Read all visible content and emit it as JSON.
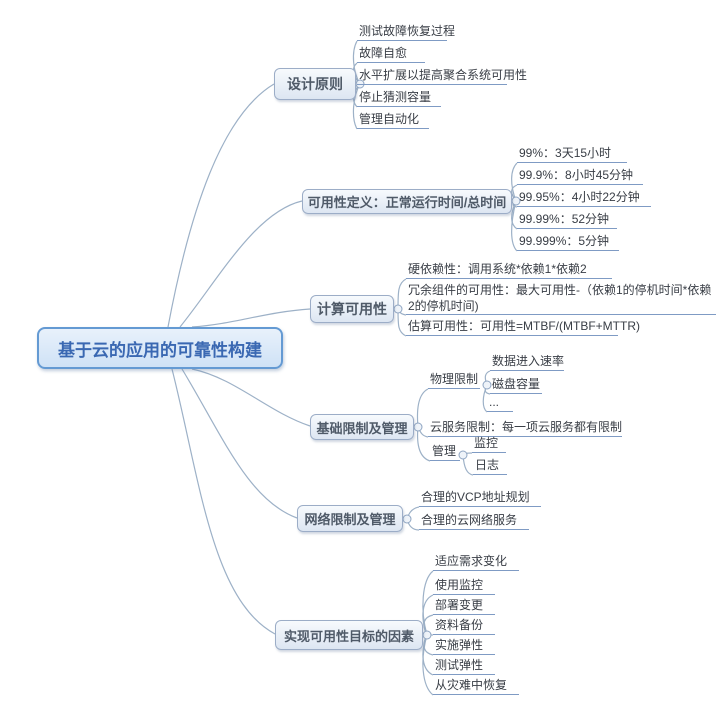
{
  "root": {
    "label": "基于云的应用的可靠性构建"
  },
  "branches": [
    {
      "label": "设计原则",
      "children": [
        {
          "label": "测试故障恢复过程"
        },
        {
          "label": "故障自愈"
        },
        {
          "label": "水平扩展以提高聚合系统可用性"
        },
        {
          "label": "停止猜测容量"
        },
        {
          "label": "管理自动化"
        }
      ]
    },
    {
      "label": "可用性定义：正常运行时间/总时间",
      "children": [
        {
          "label": "99%：3天15小时"
        },
        {
          "label": "99.9%：8小时45分钟"
        },
        {
          "label": "99.95%：4小时22分钟"
        },
        {
          "label": "99.99%：52分钟"
        },
        {
          "label": "99.999%：5分钟"
        }
      ]
    },
    {
      "label": "计算可用性",
      "children": [
        {
          "label": "硬依赖性：调用系统*依赖1*依赖2"
        },
        {
          "label": "冗余组件的可用性：最大可用性-（依赖1的停机时间*依赖2的停机时间)"
        },
        {
          "label": "估算可用性：可用性=MTBF/(MTBF+MTTR)"
        }
      ]
    },
    {
      "label": "基础限制及管理",
      "children": [
        {
          "label": "物理限制",
          "children": [
            {
              "label": "数据进入速率"
            },
            {
              "label": "磁盘容量"
            },
            {
              "label": "..."
            }
          ]
        },
        {
          "label": "云服务限制：每一项云服务都有限制"
        },
        {
          "label": "管理",
          "children": [
            {
              "label": "监控"
            },
            {
              "label": "日志"
            }
          ]
        }
      ]
    },
    {
      "label": "网络限制及管理",
      "children": [
        {
          "label": "合理的VCP地址规划"
        },
        {
          "label": "合理的云网络服务"
        }
      ]
    },
    {
      "label": "实现可用性目标的因素",
      "children": [
        {
          "label": "适应需求变化"
        },
        {
          "label": "使用监控"
        },
        {
          "label": "部署变更"
        },
        {
          "label": "资料备份"
        },
        {
          "label": "实施弹性"
        },
        {
          "label": "测试弹性"
        },
        {
          "label": "从灾难中恢复"
        }
      ]
    }
  ],
  "colors": {
    "root_border": "#649ad3",
    "root_fill": "#cfe2f6",
    "root_text": "#3a68b2",
    "branch_border": "#9cadc7",
    "branch_fill": "#dde6f2",
    "branch_text": "#4f5a68",
    "connector_line": "#9db1c7",
    "leaf_underline": "#7f9bc4",
    "leaf_text": "#383d45",
    "background": "#ffffff"
  }
}
